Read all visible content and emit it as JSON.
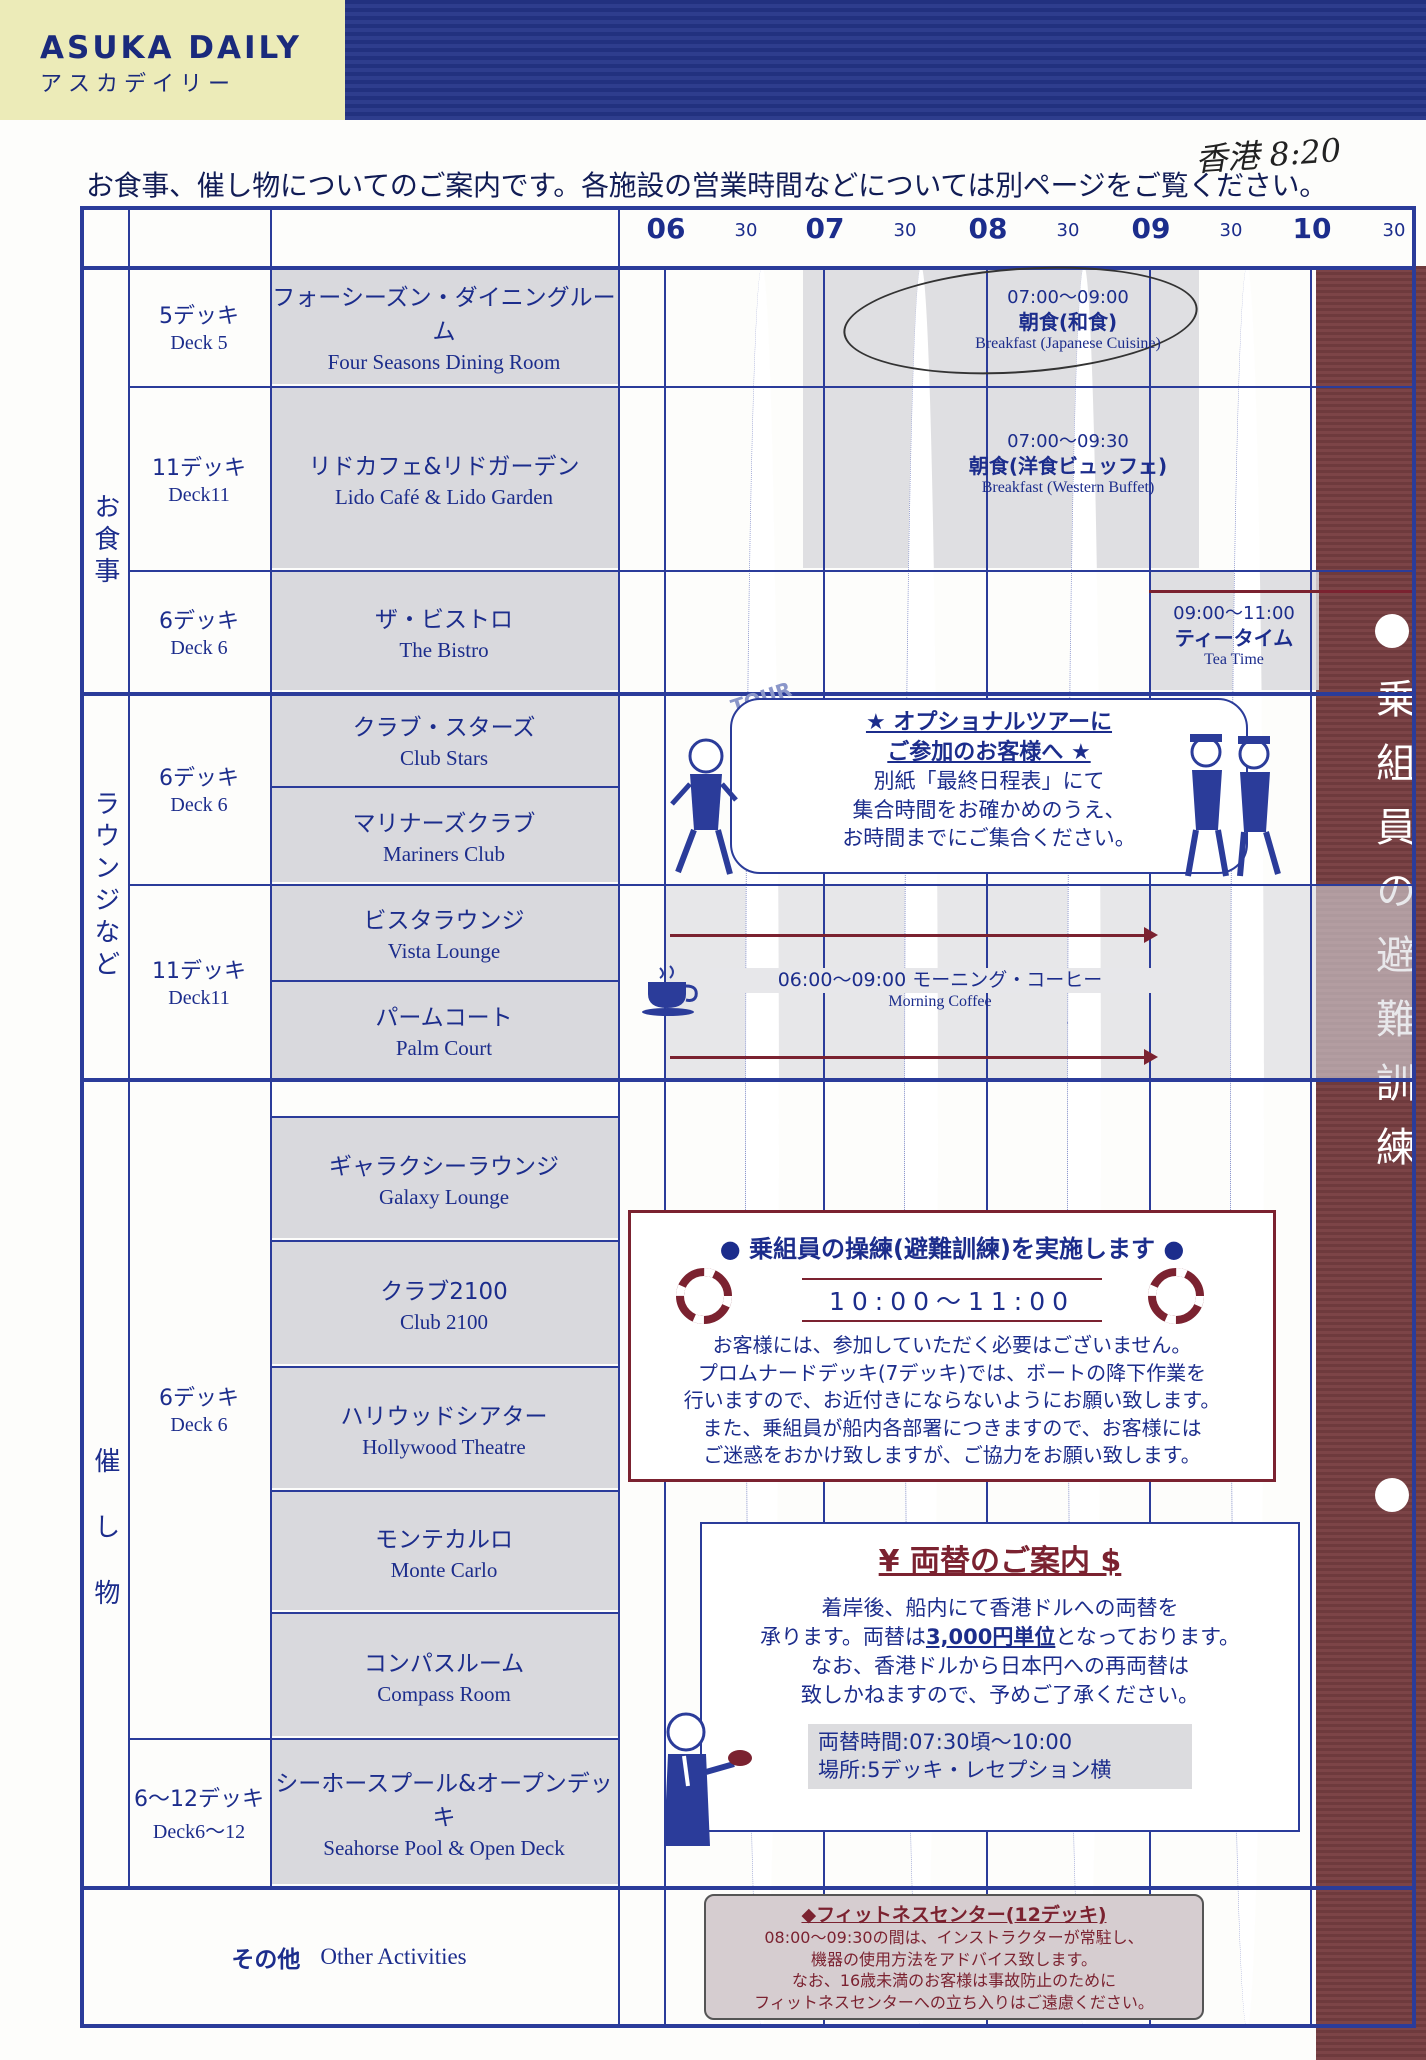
{
  "header": {
    "logo_en": "ASUKA DAILY",
    "logo_kana": "アスカデイリー"
  },
  "intro": "お食事、催し物についてのご案内です。各施設の営業時間などについては別ページをご覧ください。",
  "handwritten_note": "香港 8:20",
  "timeline": {
    "hours": [
      "06",
      "07",
      "08",
      "09",
      "10"
    ],
    "half": "30"
  },
  "categories": {
    "dining": "お食事",
    "lounge": "ラウンジなど",
    "events": "催し物"
  },
  "rows": [
    {
      "deck_jp": "5デッキ",
      "deck_en": "Deck 5",
      "venue_jp": "フォーシーズン・ダイニングルーム",
      "venue_en": "Four Seasons Dining Room"
    },
    {
      "deck_jp": "11デッキ",
      "deck_en": "Deck11",
      "venue_jp": "リドカフェ&リドガーデン",
      "venue_en": "Lido Café & Lido Garden"
    },
    {
      "deck_jp": "6デッキ",
      "deck_en": "Deck 6",
      "venue_jp": "ザ・ビストロ",
      "venue_en": "The Bistro"
    },
    {
      "deck_jp": "6デッキ",
      "deck_en": "Deck 6",
      "venue_jp": "クラブ・スターズ",
      "venue_en": "Club Stars"
    },
    {
      "venue_jp": "マリナーズクラブ",
      "venue_en": "Mariners Club"
    },
    {
      "deck_jp": "11デッキ",
      "deck_en": "Deck11",
      "venue_jp": "ビスタラウンジ",
      "venue_en": "Vista Lounge"
    },
    {
      "venue_jp": "パームコート",
      "venue_en": "Palm Court"
    },
    {
      "deck_jp": "6デッキ",
      "deck_en": "Deck 6",
      "venue_jp": "ギャラクシーラウンジ",
      "venue_en": "Galaxy Lounge"
    },
    {
      "venue_jp": "クラブ2100",
      "venue_en": "Club 2100"
    },
    {
      "venue_jp": "ハリウッドシアター",
      "venue_en": "Hollywood Theatre"
    },
    {
      "venue_jp": "モンテカルロ",
      "venue_en": "Monte Carlo"
    },
    {
      "venue_jp": "コンパスルーム",
      "venue_en": "Compass Room"
    },
    {
      "deck_jp": "6〜12デッキ",
      "deck_en": "Deck6〜12",
      "venue_jp": "シーホースプール&オープンデッキ",
      "venue_en": "Seahorse Pool & Open Deck"
    }
  ],
  "other": {
    "jp": "その他",
    "en": "Other Activities"
  },
  "events": {
    "breakfast_jp": {
      "time": "07:00〜09:00",
      "jp": "朝食(和食)",
      "en": "Breakfast (Japanese Cuisine)"
    },
    "breakfast_west": {
      "time": "07:00〜09:30",
      "jp": "朝食(洋食ビュッフェ)",
      "en": "Breakfast (Western Buffet)"
    },
    "tea": {
      "time": "09:00〜11:00",
      "jp": "ティータイム",
      "en": "Tea Time"
    },
    "coffee": {
      "jp": "06:00〜09:00 モーニング・コーヒー",
      "en": "Morning Coffee"
    }
  },
  "tour": {
    "tag": "TOUR",
    "heading1": "★ オプショナルツアーに",
    "heading2": "ご参加のお客様へ ★",
    "line1": "別紙「最終日程表」にて",
    "line2": "集合時間をお確かめのうえ、",
    "line3": "お時間までにご集合ください。"
  },
  "drill": {
    "heading": "● 乗組員の操練(避難訓練)を実施します ●",
    "time": "10:00〜11:00",
    "line1": "お客様には、参加していただく必要はございません。",
    "line2": "プロムナードデッキ(7デッキ)では、ボートの降下作業を",
    "line3": "行いますので、お近付きにならないようにお願い致します。",
    "line4": "また、乗組員が船内各部署につきますので、お客様には",
    "line5": "ご迷惑をおかけ致しますが、ご協力をお願い致します。"
  },
  "exchange": {
    "heading": "¥ 両替のご案内 $",
    "line1": "着岸後、船内にて香港ドルへの両替を",
    "line2_pre": "承ります。両替は",
    "line2_em": "3,000円単位",
    "line2_post": "となっております。",
    "line3": "なお、香港ドルから日本円への再両替は",
    "line4": "致しかねますので、予めご了承ください。",
    "hours": "両替時間:07:30頃〜10:00",
    "place": "場所:5デッキ・レセプション横"
  },
  "fitness": {
    "heading": "◆フィットネスセンター(12デッキ)",
    "line1": "08:00〜09:30の間は、インストラクターが常駐し、",
    "line2": "機器の使用方法をアドバイス致します。",
    "line3": "なお、16歳未満のお客様は事故防止のために",
    "line4": "フィットネスセンターへの立ち入りはご遠慮ください。"
  },
  "side_banner": "乗組員の避難訓練",
  "colors": {
    "navy": "#2b3c9a",
    "maroon": "#7b2230",
    "shade": "#d9d9dd",
    "header_logo_bg": "#ecebb8"
  }
}
